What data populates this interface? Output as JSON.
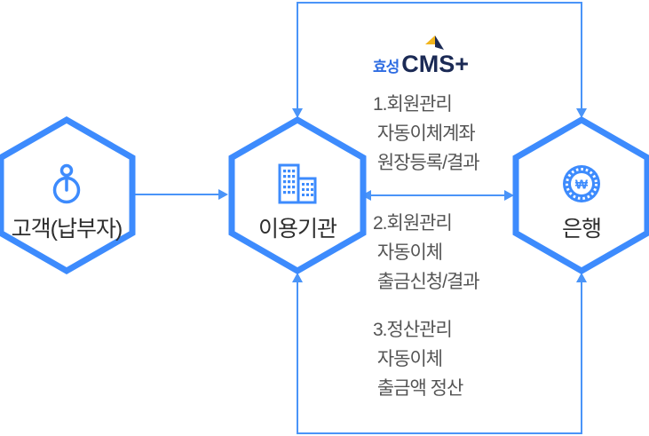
{
  "page": {
    "background": "#ffffff"
  },
  "logo": {
    "brand": "효성",
    "product": "CMS+",
    "brand_color": "#2e6ce2",
    "product_color": "#1b2a55",
    "mark_yellow": "#f2b51d",
    "mark_navy": "#1b2a55"
  },
  "nodes": [
    {
      "id": "customer",
      "label": "고객(납부자)",
      "icon": "person-icon"
    },
    {
      "id": "institution",
      "label": "이용기관",
      "icon": "building-icon"
    },
    {
      "id": "bank",
      "label": "은행",
      "icon": "coin-icon",
      "icon_symbol": "₩"
    }
  ],
  "flows": [
    {
      "step": "1",
      "lines": [
        "1.회원관리",
        " 자동이체계좌",
        " 원장등록/결과"
      ]
    },
    {
      "step": "2",
      "lines": [
        "2.회원관리",
        " 자동이체",
        " 출금신청/결과"
      ]
    },
    {
      "step": "3",
      "lines": [
        "3.정산관리",
        " 자동이체",
        " 출금액 정산"
      ]
    }
  ],
  "colors": {
    "hex_border": "#3d8bfd",
    "hex_fill": "#ffffff",
    "connector": "#4a94f8",
    "icon_blue": "#3d8bfd",
    "icon_white": "#ffffff",
    "node_label": "#2e2e2e",
    "flow_text": "#545454"
  }
}
